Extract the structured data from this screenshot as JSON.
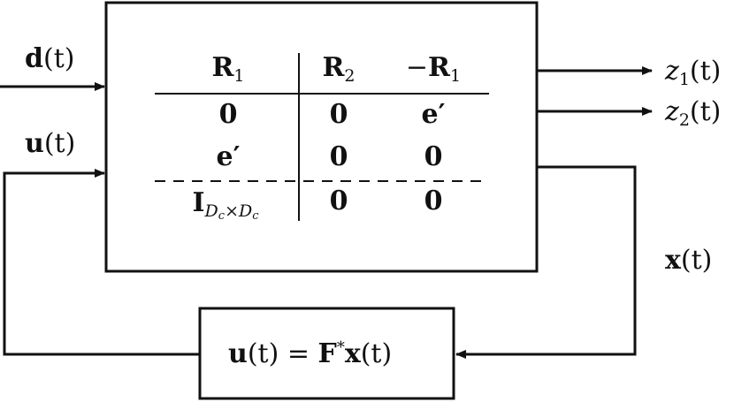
{
  "signals": {
    "disturbance": {
      "symbol": "d",
      "arg": "(t)"
    },
    "control": {
      "symbol": "u",
      "arg": "(t)"
    },
    "output1": {
      "symbol": "z",
      "sub": "1",
      "arg": "(t)"
    },
    "output2": {
      "symbol": "z",
      "sub": "2",
      "arg": "(t)"
    },
    "state": {
      "symbol": "x",
      "arg": "(t)"
    }
  },
  "controller": {
    "lhs_symbol": "u",
    "lhs_arg": "(t)",
    "equals": "=",
    "gain": "F",
    "gain_sup": "*",
    "rhs_symbol": "x",
    "rhs_arg": "(t)"
  },
  "table": {
    "headers": [
      {
        "prefix": "",
        "symbol": "R",
        "sub": "1"
      },
      {
        "prefix": "",
        "symbol": "R",
        "sub": "2"
      },
      {
        "prefix": "−",
        "symbol": "R",
        "sub": "1"
      }
    ],
    "rows": [
      [
        "0",
        "0",
        "e′"
      ],
      [
        "e′",
        "0",
        "0"
      ]
    ],
    "last_row": {
      "first": {
        "symbol": "I",
        "sub": "D",
        "subsub1": "c",
        "times": "×",
        "sub2": "D",
        "subsub2": "c"
      },
      "rest": [
        "0",
        "0"
      ]
    }
  }
}
